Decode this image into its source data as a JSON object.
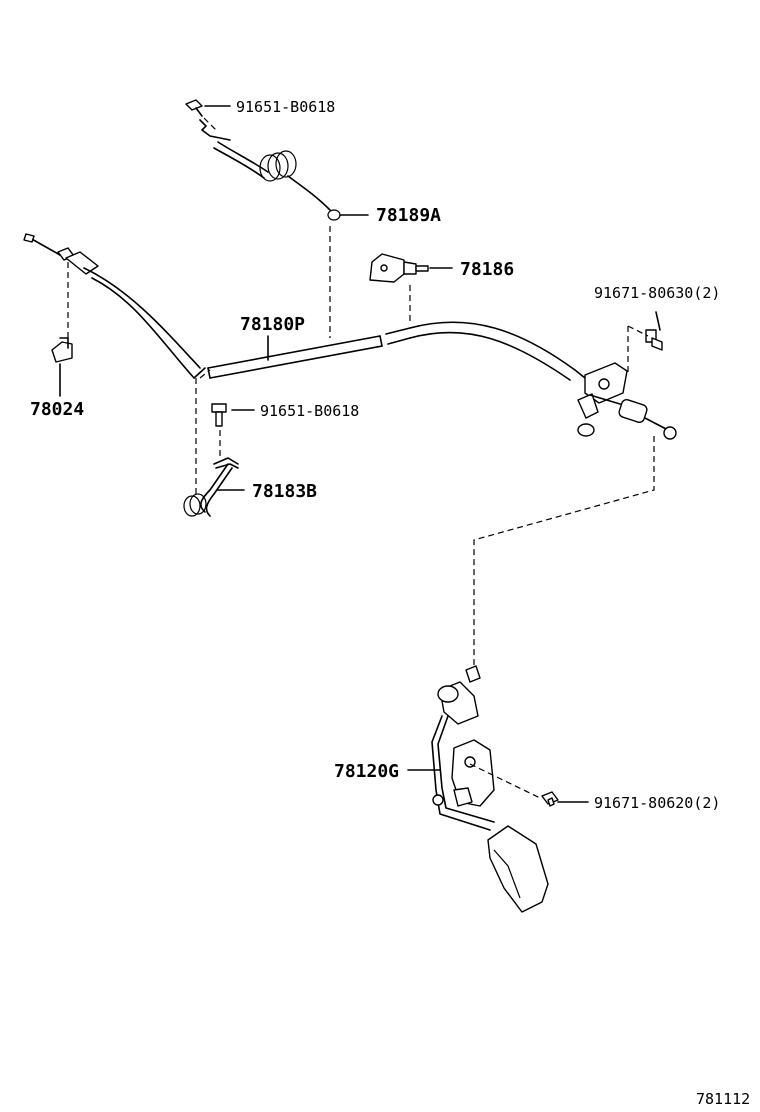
{
  "parts": {
    "bolt_top": "91651-B0618",
    "spring_78189a": "78189A",
    "bracket_78186": "78186",
    "bolt_right": "91671-80630(2)",
    "cable_78180p": "78180P",
    "clamp_78024": "78024",
    "bolt_mid": "91651-B0618",
    "spring_78183b": "78183B",
    "pedal_78120g": "78120G",
    "bolt_pedal": "91671-80620(2)"
  },
  "footer": {
    "diagram_number": "781112"
  }
}
